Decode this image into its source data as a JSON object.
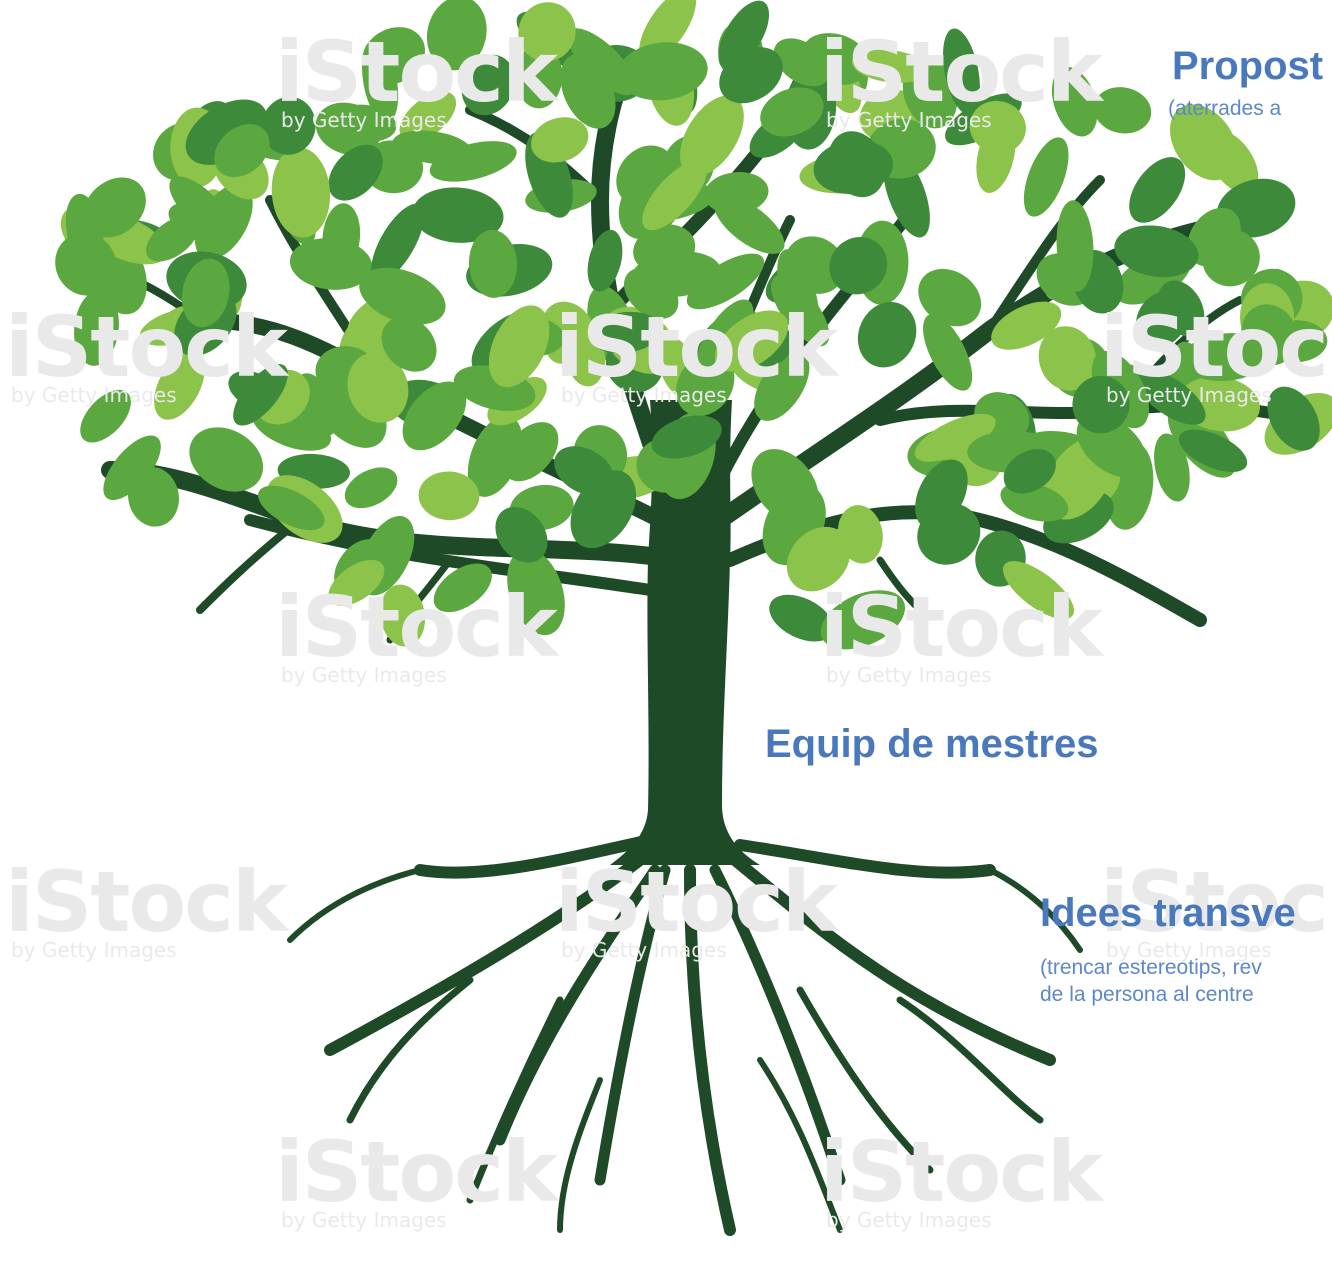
{
  "labels": {
    "top_heading": "Propost",
    "top_sub": "(aterrades a",
    "middle_heading": "Equip de mestres",
    "bottom_heading": "Idees transve",
    "bottom_sub_line1": "(trencar estereotips, rev",
    "bottom_sub_line2": "de la persona al centre"
  },
  "watermark": {
    "brand": "iStock",
    "tagline": "by Getty Images"
  },
  "colors": {
    "trunk": "#1f4a28",
    "leaf_dark": "#3d8a3a",
    "leaf_mid": "#5aa83f",
    "leaf_light": "#8cc34a",
    "text": "#4a78bd"
  },
  "icons": [
    "tree-illustration"
  ]
}
